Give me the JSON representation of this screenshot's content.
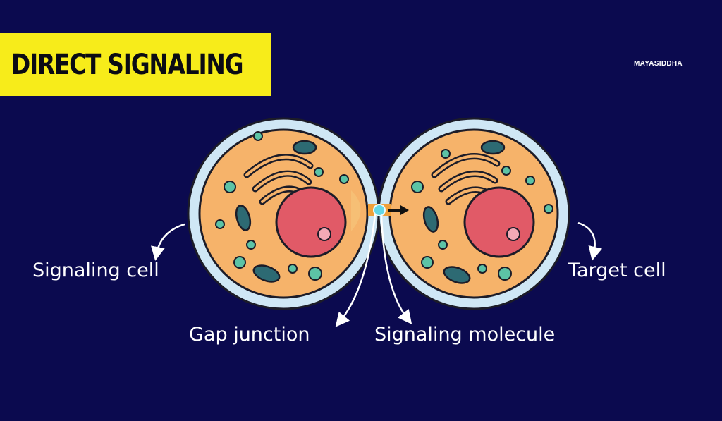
{
  "title": "DIRECT SIGNALING",
  "brand": "MAYASIDDHA",
  "labels": {
    "signaling_cell": "Signaling cell",
    "target_cell": "Target cell",
    "gap_junction": "Gap junction",
    "signaling_molecule": "Signaling molecule"
  },
  "colors": {
    "background": "#0b0a4f",
    "banner": "#f7ec1a",
    "membrane": "#cfe7f5",
    "cytoplasm": "#f6b36a",
    "nucleus": "#e15a67",
    "nucleolus": "#f2a9b6",
    "organelle_teal": "#5cc3a6",
    "organelle_dark": "#2d6a73",
    "gap_junction": "#f0a03a",
    "molecule": "#63d7e6"
  }
}
